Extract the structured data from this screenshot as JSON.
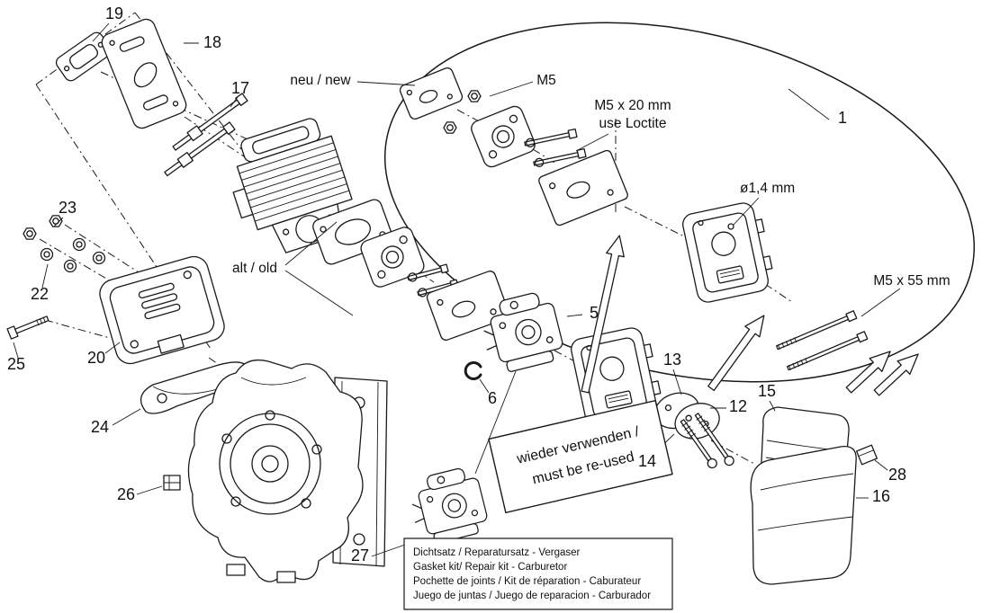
{
  "diagram": {
    "type": "exploded-parts-diagram",
    "colors": {
      "ink": "#1a1a1a",
      "background": "#ffffff"
    },
    "labels": {
      "neu_new": "neu / new",
      "alt_old": "alt / old",
      "m5": "M5",
      "m5x20_line1": "M5 x 20 mm",
      "m5x20_line2": "use Loctite",
      "hole_diameter": "ø1,4 mm",
      "m5x55": "M5 x 55 mm"
    },
    "reuse_note": {
      "line1": "wieder verwenden /",
      "line2": "must be re-used"
    },
    "kit_note": {
      "line1": "Dichtsatz / Reparatursatz - Vergaser",
      "line2": "Gasket kit/ Repair kit - Carburetor",
      "line3": "Pochette de joints / Kit de réparation - Caburateur",
      "line4": "Juego de juntas / Juego de reparacion - Carburador"
    },
    "callouts": {
      "1": "1",
      "5": "5",
      "6": "6",
      "12": "12",
      "13": "13",
      "14": "14",
      "15": "15",
      "16": "16",
      "17": "17",
      "18": "18",
      "19": "19",
      "20": "20",
      "22": "22",
      "23": "23",
      "24": "24",
      "25": "25",
      "26": "26",
      "27": "27",
      "28": "28"
    }
  }
}
